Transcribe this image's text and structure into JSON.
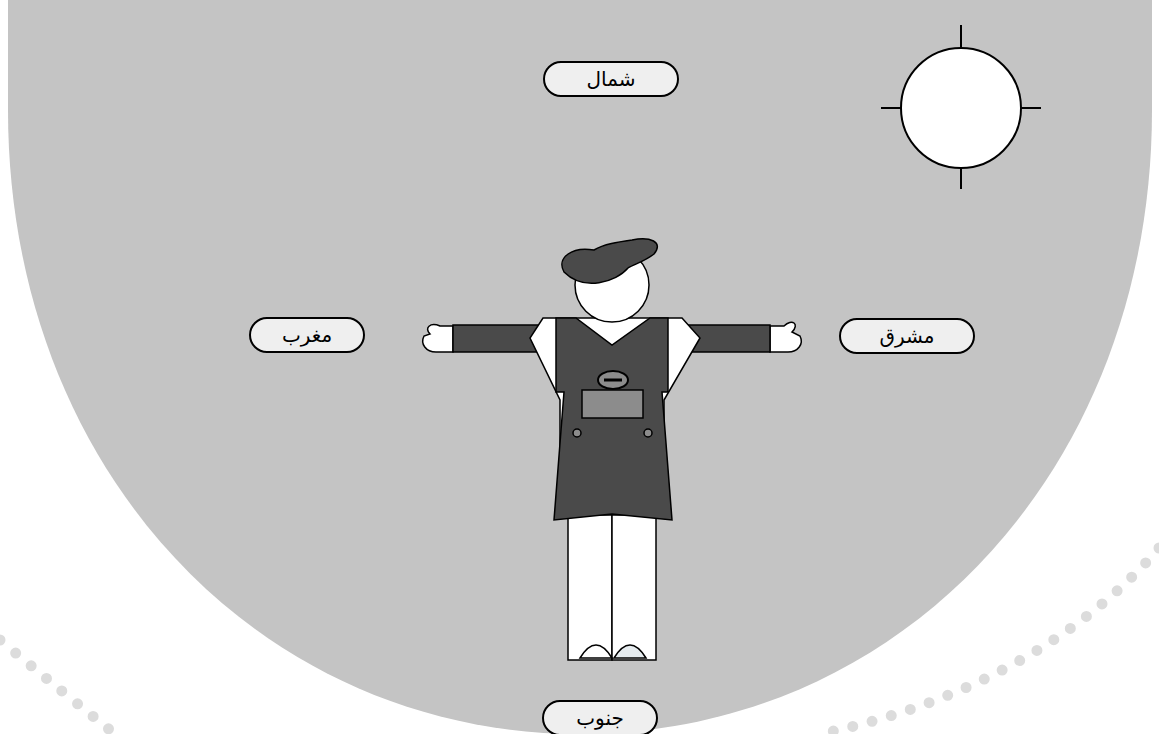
{
  "diagram": {
    "nodes": [
      {
        "text": [
          "شمال"
        ]
      },
      {
        "text": [
          "مغرب"
        ]
      },
      {
        "text": [
          "مشرق"
        ]
      },
      {
        "text": [
          "جنوب"
        ]
      }
    ]
  }
}
